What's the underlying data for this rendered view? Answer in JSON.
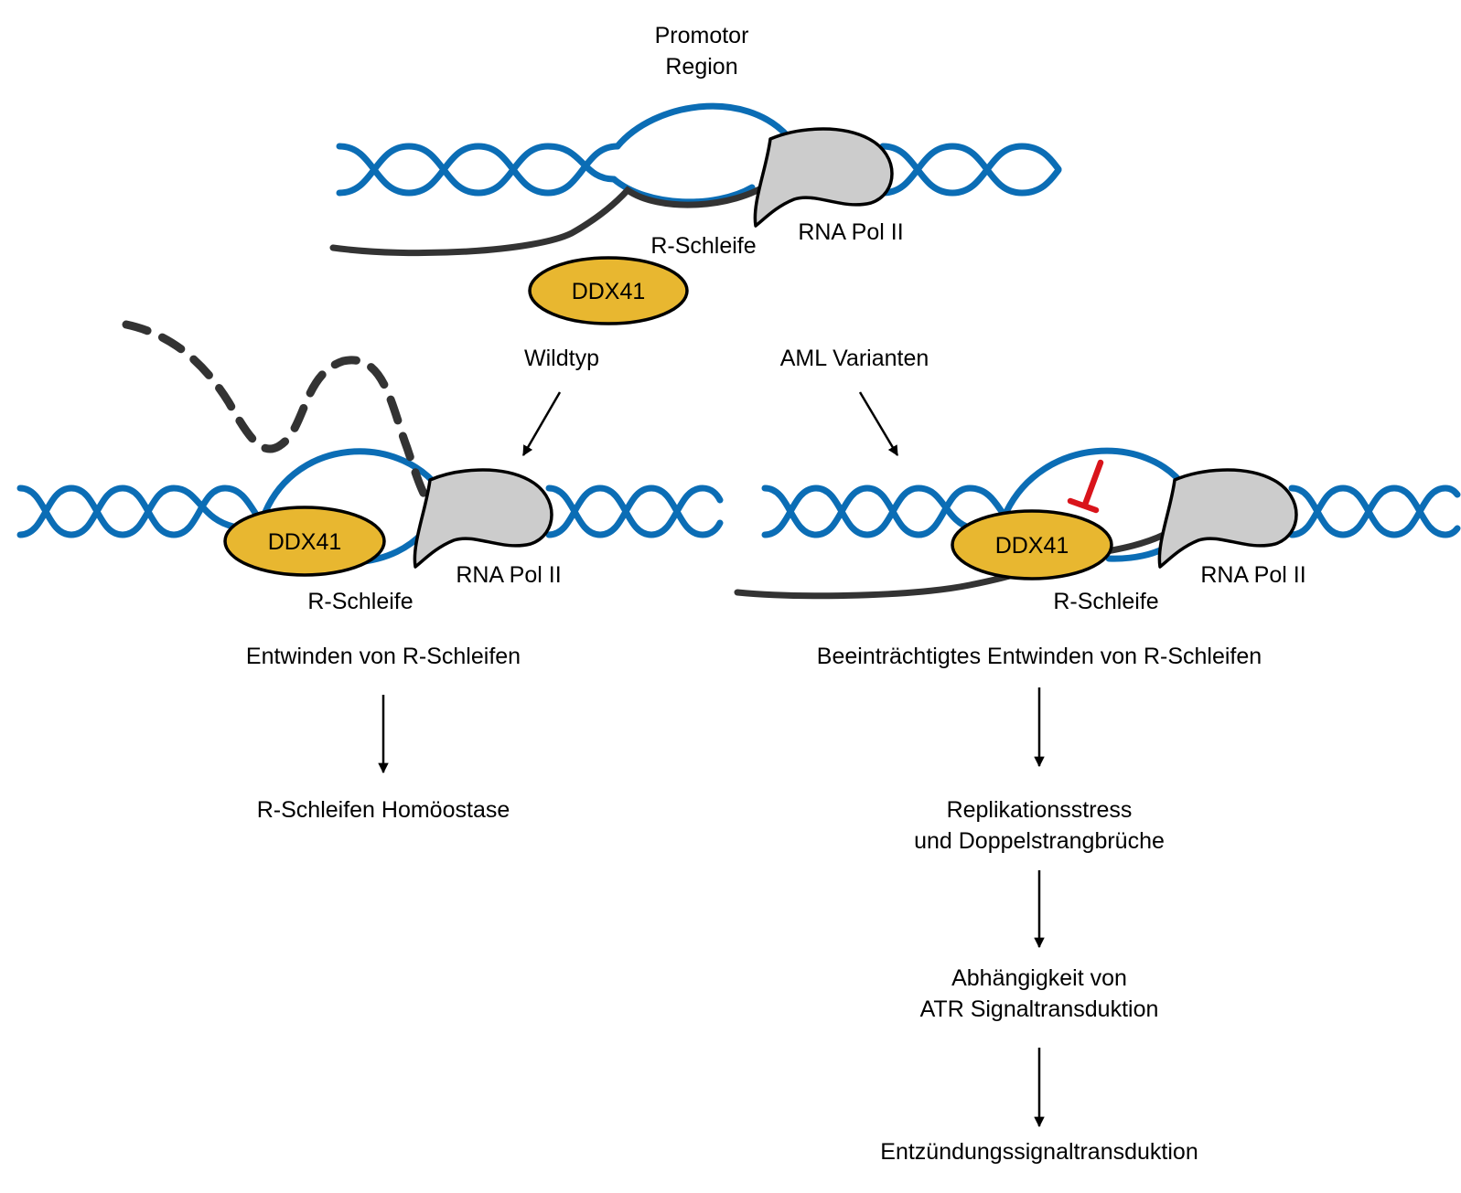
{
  "colors": {
    "dna": "#0b6db5",
    "rna": "#333333",
    "ddx41_fill": "#e8b730",
    "pol_fill": "#cccccc",
    "inhibit": "#d9141b",
    "text": "#000000"
  },
  "icons": {
    "pol": "rna-polymerase-shape",
    "ddx41": "ddx41-protein-ellipse",
    "inhibit": "inhibition-t-bar",
    "arrow": "arrow-down-icon"
  },
  "top": {
    "title_line1": "Promotor",
    "title_line2": "Region",
    "r_loop": "R-Schleife",
    "pol": "RNA Pol II",
    "ddx41": "DDX41"
  },
  "left": {
    "branch": "Wildtyp",
    "ddx41": "DDX41",
    "pol": "RNA Pol II",
    "r_loop": "R-Schleife",
    "step1": "Entwinden von R-Schleifen",
    "step2": "R-Schleifen Homöostase"
  },
  "right": {
    "branch": "AML Varianten",
    "ddx41": "DDX41",
    "pol": "RNA Pol II",
    "r_loop": "R-Schleife",
    "step1": "Beeinträchtigtes Entwinden von R-Schleifen",
    "step2_line1": "Replikationsstress",
    "step2_line2": "und Doppelstrangbrüche",
    "step3_line1": "Abhängigkeit von",
    "step3_line2": "ATR Signaltransduktion",
    "step4": "Entzündungssignaltransduktion"
  }
}
